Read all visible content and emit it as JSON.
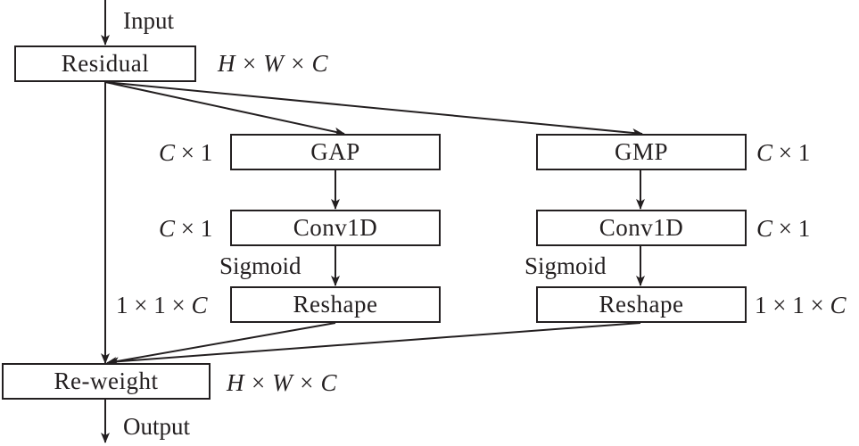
{
  "diagram": {
    "input_label": "Input",
    "output_label": "Output",
    "boxes": {
      "residual": "Residual",
      "gap": "GAP",
      "gmp": "GMP",
      "conv1d_left": "Conv1D",
      "conv1d_right": "Conv1D",
      "reshape_left": "Reshape",
      "reshape_right": "Reshape",
      "reweight": "Re-weight"
    },
    "activations": {
      "sigmoid_left": "Sigmoid",
      "sigmoid_right": "Sigmoid"
    },
    "dimensions": {
      "residual": "H × W × C",
      "gap": "C × 1",
      "gmp": "C × 1",
      "conv1d_left": "C × 1",
      "conv1d_right": "C × 1",
      "reshape_left": "1 × 1 × C",
      "reshape_right": "1 × 1 × C",
      "reweight": "H × W × C"
    },
    "edges": [
      {
        "from": "input",
        "to": "residual"
      },
      {
        "from": "residual",
        "to": "gap"
      },
      {
        "from": "residual",
        "to": "gmp"
      },
      {
        "from": "residual",
        "to": "reweight"
      },
      {
        "from": "gap",
        "to": "conv1d_left"
      },
      {
        "from": "gmp",
        "to": "conv1d_right"
      },
      {
        "from": "conv1d_left",
        "to": "reshape_left",
        "label": "Sigmoid"
      },
      {
        "from": "conv1d_right",
        "to": "reshape_right",
        "label": "Sigmoid"
      },
      {
        "from": "reshape_left",
        "to": "reweight"
      },
      {
        "from": "reshape_right",
        "to": "reweight"
      },
      {
        "from": "reweight",
        "to": "output"
      }
    ]
  }
}
